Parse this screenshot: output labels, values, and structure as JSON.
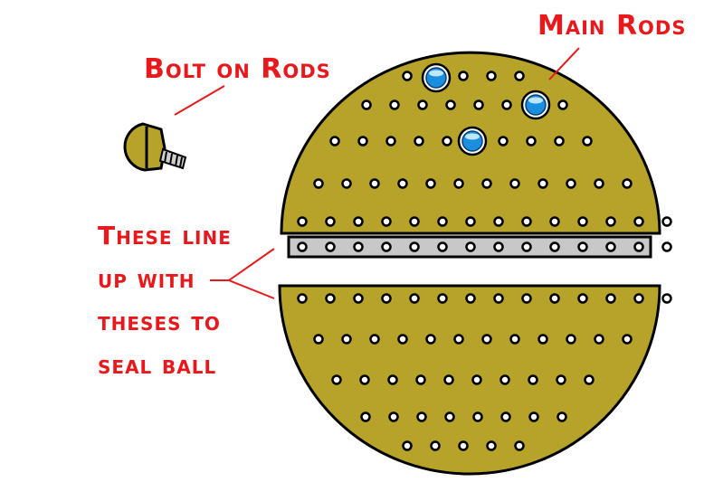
{
  "labels": {
    "main_rods": "Main Rods",
    "bolt_on_rods": "Bolt on Rods",
    "line_up_1": "These line",
    "line_up_2": "up with",
    "line_up_3": "theses to",
    "line_up_4": "seal ball"
  },
  "colors": {
    "shell": "#b8a32a",
    "outline": "#000000",
    "band": "#c8c8c8",
    "label": "#e8191c",
    "rod": "#1a8fe0"
  },
  "icons": {
    "hole": "hole-icon",
    "rod": "rod-icon",
    "bolt": "bolt-icon"
  }
}
